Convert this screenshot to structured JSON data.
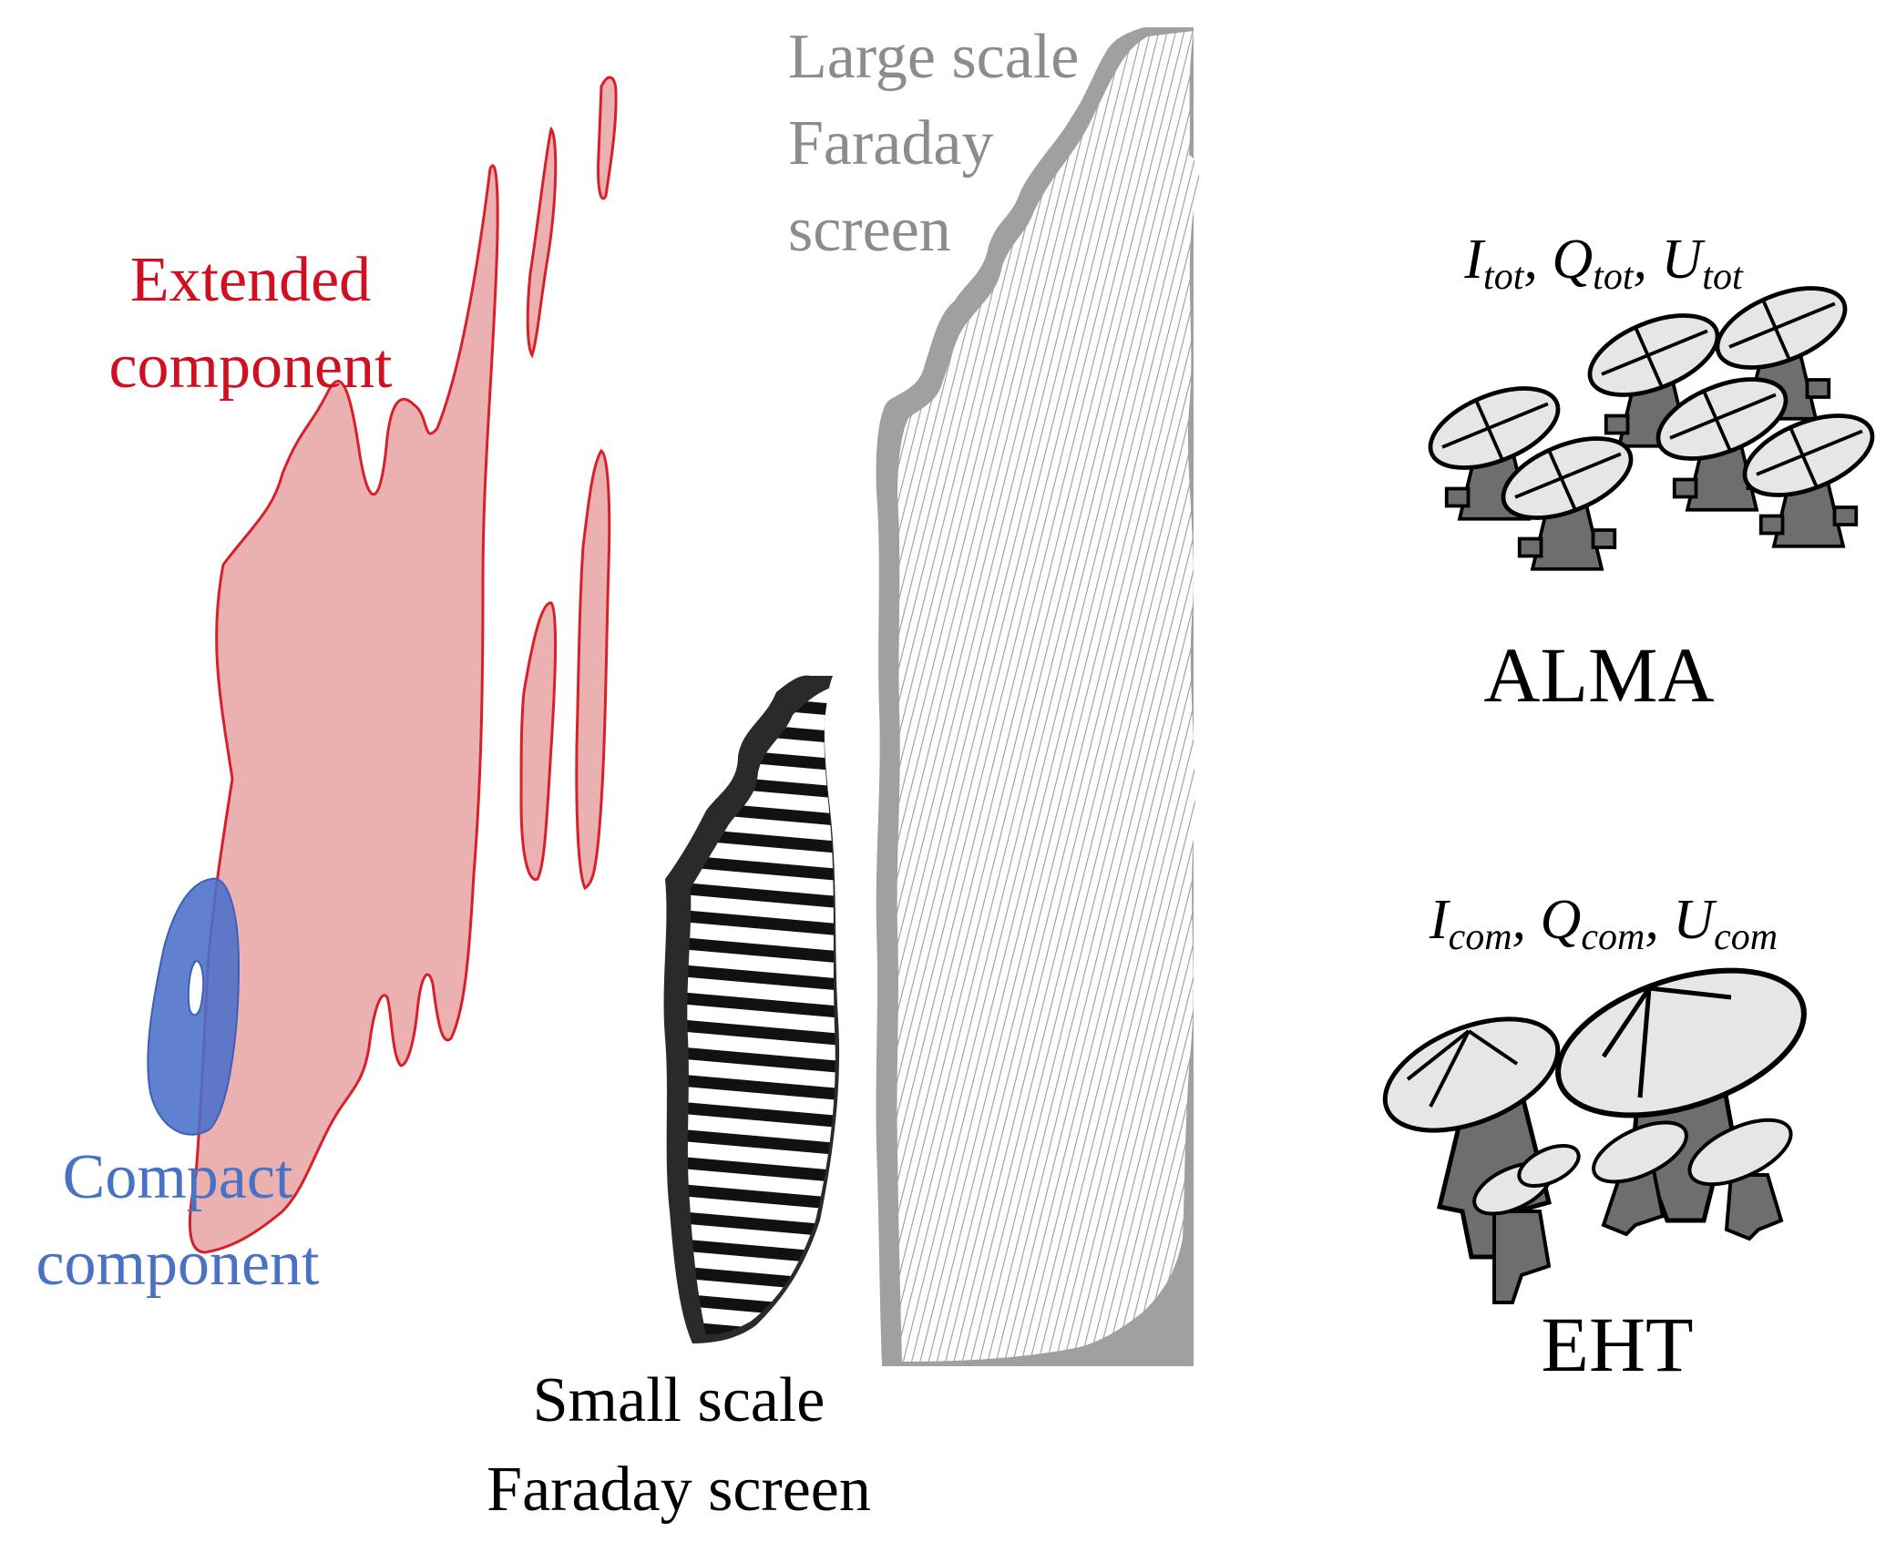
{
  "labels": {
    "extended_line1": "Extended",
    "extended_line2": "component",
    "compact_line1": "Compact",
    "compact_line2": "component",
    "large_line1": "Large scale",
    "large_line2": "Faraday",
    "large_line3": "screen",
    "small_line1": "Small scale",
    "small_line2": "Faraday screen",
    "alma": "ALMA",
    "eht": "EHT"
  },
  "alma_stokes": [
    {
      "base": "I",
      "sub": "tot",
      "sep": ", "
    },
    {
      "base": "Q",
      "sub": "tot",
      "sep": ", "
    },
    {
      "base": "U",
      "sub": "tot",
      "sep": ""
    }
  ],
  "eht_stokes": [
    {
      "base": "I",
      "sub": "com",
      "sep": ", "
    },
    {
      "base": "Q",
      "sub": "com",
      "sep": ", "
    },
    {
      "base": "U",
      "sub": "com",
      "sep": ""
    }
  ],
  "colors": {
    "extended_fill": "#ebb0b0",
    "extended_stroke": "#d8202a",
    "extended_text": "#d01020",
    "compact_fill": "#4a6fc9",
    "compact_text": "#4a72c4",
    "large_screen_edge": "#a0a0a0",
    "large_screen_text": "#8c8c8c",
    "small_screen_edge": "#2a2a2a",
    "dish_fill": "#e6e6e6",
    "mount_fill": "#6e6e6e",
    "text": "#000000"
  }
}
